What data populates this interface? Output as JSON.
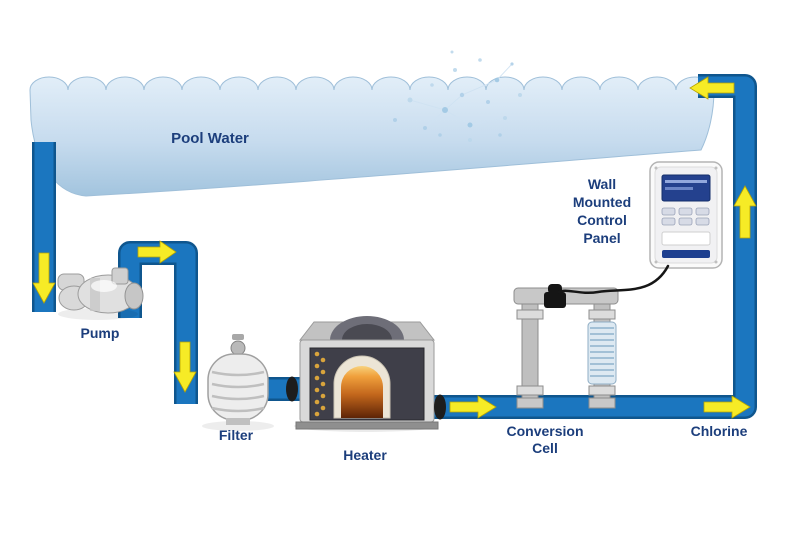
{
  "diagram": {
    "type": "pool-water-circulation-flow-diagram",
    "labels": {
      "pool_water": "Pool Water",
      "pump": "Pump",
      "filter": "Filter",
      "heater": "Heater",
      "conversion_cell": [
        "Conversion",
        "Cell"
      ],
      "chlorine": "Chlorine",
      "control_panel": [
        "Wall",
        "Mounted",
        "Control",
        "Panel"
      ]
    },
    "flow_arrows": [
      "down-from-pool-to-pump",
      "right-from-pump",
      "down-into-filter",
      "right-from-heater-to-cell",
      "right-toward-return-riser",
      "up-return-riser",
      "left-into-pool"
    ],
    "colors": {
      "pipe": "#1b76bf",
      "pipe_outline": "#0f568e",
      "arrow": "#f6eb26",
      "water_top": "#dcebf7",
      "water_bottom": "#a2c4de",
      "label_text": "#1c3e7c"
    }
  }
}
